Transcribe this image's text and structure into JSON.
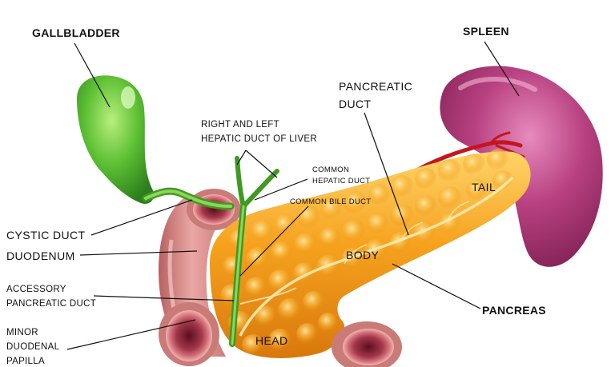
{
  "labels": {
    "gallbladder": "GALLBLADDER",
    "spleen": "SPLEEN",
    "pancreatic_duct": [
      "PANCREATIC",
      "DUCT"
    ],
    "hepatic_ducts": [
      "RIGHT AND LEFT",
      "HEPATIC DUCT OF LIVER"
    ],
    "common_hepatic_duct": [
      "COMMON",
      "HEPATIC DUCT"
    ],
    "common_bile_duct": "COMMON BILE DUCT",
    "tail": "TAIL",
    "cystic_duct": "CYSTIC DUCT",
    "duodenum": "DUODENUM",
    "body": "BODY",
    "accessory_pancreatic_duct": [
      "ACCESSORY",
      "PANCREATIC DUCT"
    ],
    "pancreas": "PANCREAS",
    "minor_duodenal_papilla": [
      "MINOR",
      "DUODENAL",
      "PAPILLA"
    ],
    "head": "HEAD"
  },
  "colors": {
    "gallbladder": "#4fb52e",
    "spleen": "#a8346f",
    "pancreas": "#f2a21c",
    "duodenum": "#d98a88",
    "artery": "#c4161c",
    "duct": "#f7e6a6"
  }
}
